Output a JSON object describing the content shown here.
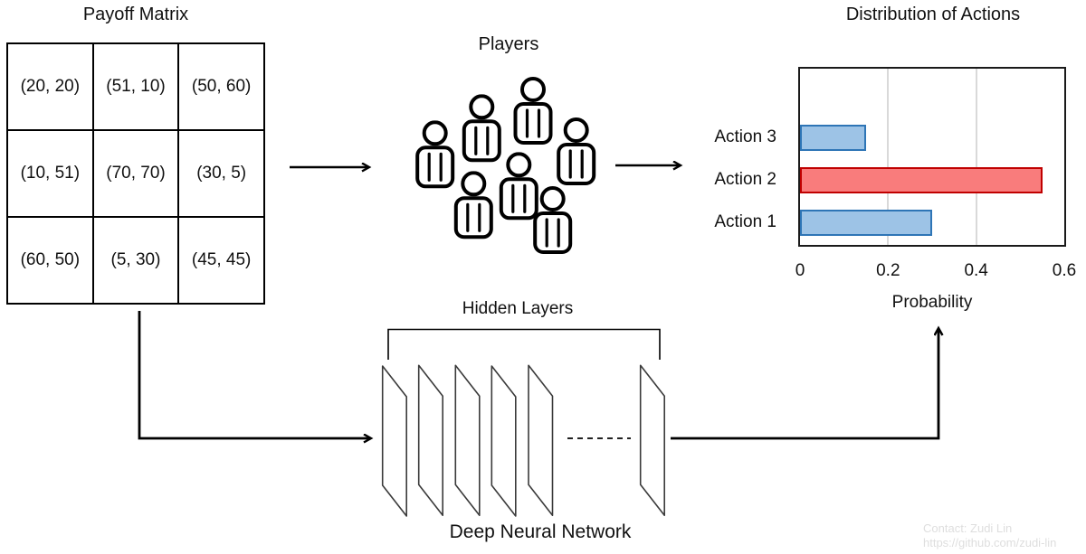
{
  "payoff_matrix": {
    "title": "Payoff Matrix",
    "rows": [
      [
        "(20, 20)",
        "(51, 10)",
        "(50, 60)"
      ],
      [
        "(10, 51)",
        "(70, 70)",
        "(30, 5)"
      ],
      [
        "(60, 50)",
        "(5, 30)",
        "(45, 45)"
      ]
    ]
  },
  "players": {
    "title": "Players",
    "count": 7
  },
  "dnn": {
    "bracket_label": "Hidden Layers",
    "label": "Deep Neural Network",
    "num_visible_layers": 6
  },
  "chart_data": {
    "type": "bar",
    "orientation": "horizontal",
    "title": "Distribution of Actions",
    "categories": [
      "Action 1",
      "Action 2",
      "Action 3"
    ],
    "values": [
      0.3,
      0.55,
      0.15
    ],
    "bar_fills": [
      "#9DC3E6",
      "#F97C7C",
      "#9DC3E6"
    ],
    "bar_borders": [
      "#2E75B6",
      "#C00000",
      "#2E75B6"
    ],
    "xlabel": "Probability",
    "x_ticks": [
      "0",
      "0.2",
      "0.4",
      "0.6"
    ],
    "x_tick_values": [
      0,
      0.2,
      0.4,
      0.6
    ],
    "xlim": [
      0,
      0.6
    ],
    "grid": "vertical",
    "gridline_color": "#D9D9D9",
    "highlight_index": 1
  },
  "watermark": {
    "line1": "Contact: Zudi Lin",
    "line2": "https://github.com/zudi-lin"
  }
}
